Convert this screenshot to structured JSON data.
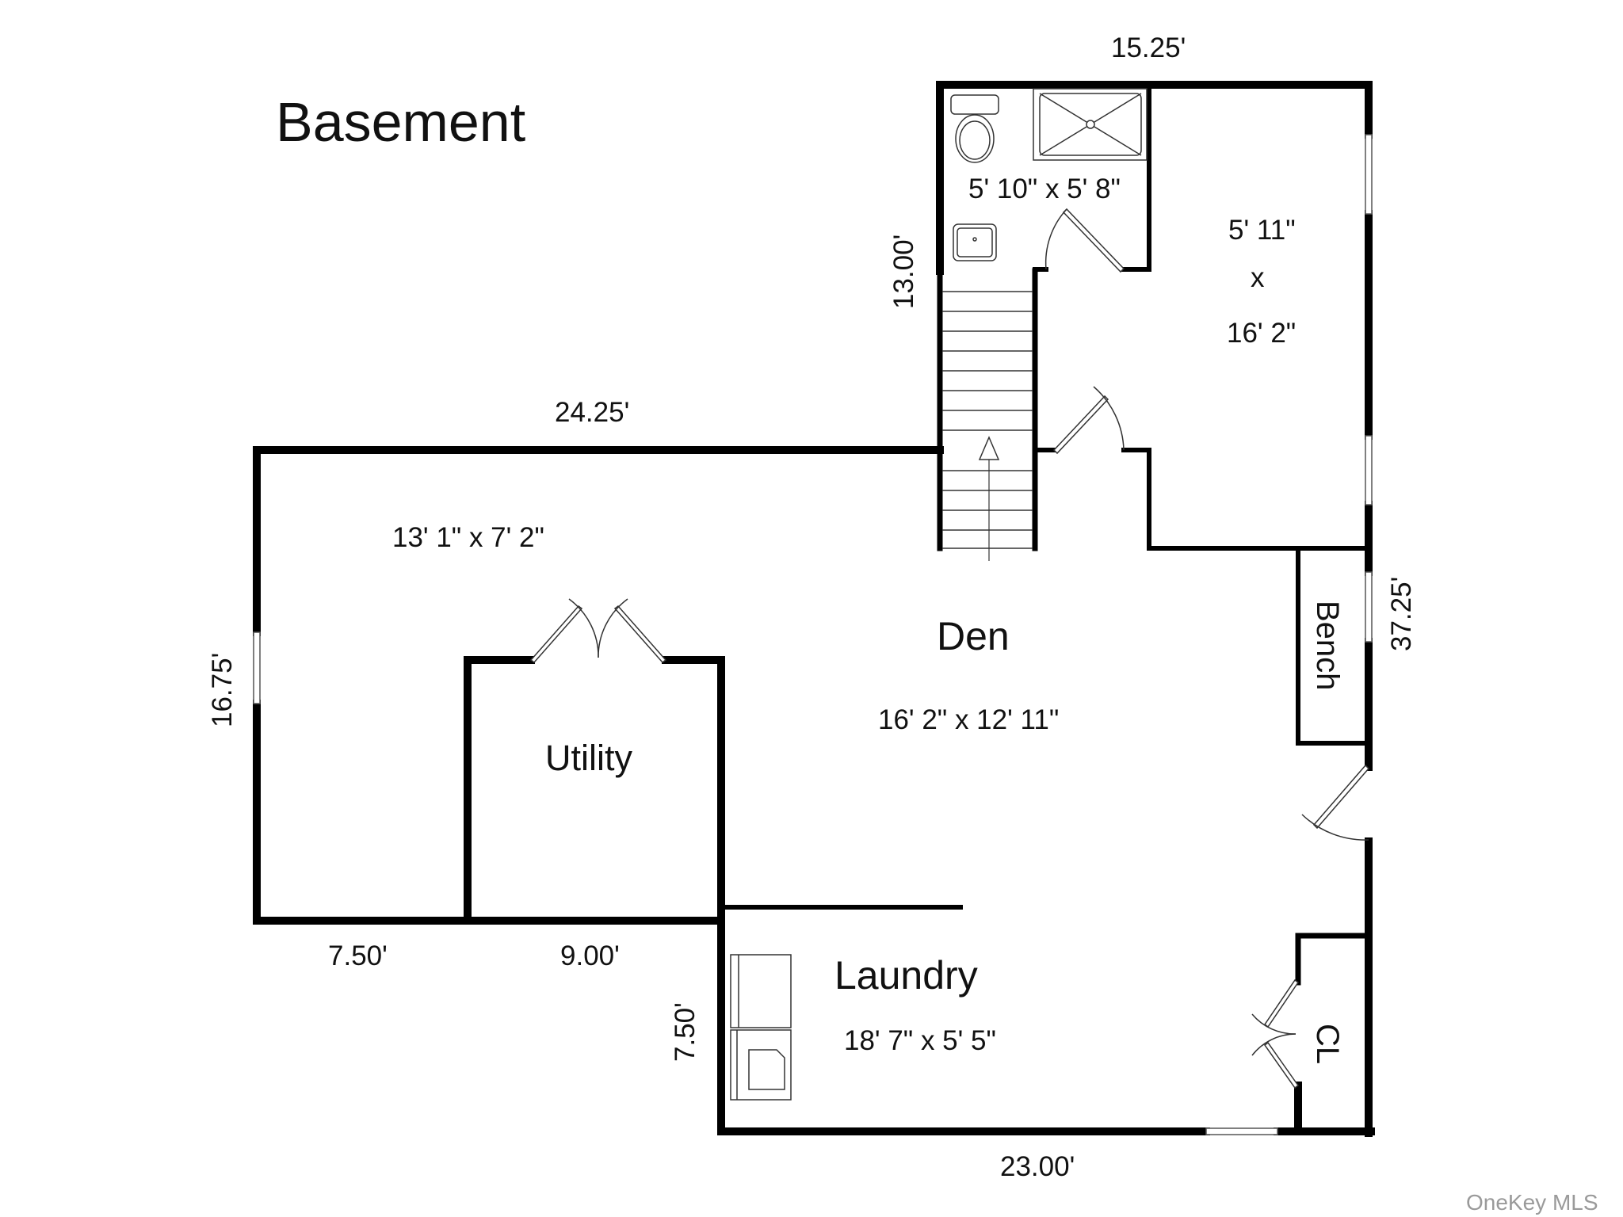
{
  "title": "Basement",
  "watermark": "OneKey MLS",
  "colors": {
    "wall": "#000000",
    "background": "#ffffff",
    "text": "#111111",
    "watermark": "#9a9a9a"
  },
  "rooms": {
    "bathroom": {
      "dims": "5' 10\" x 5' 8\""
    },
    "upper_room": {
      "dim1": "5' 11\"",
      "x": "x",
      "dim2": "16' 2\""
    },
    "left_area": {
      "dims": "13' 1\" x 7' 2\""
    },
    "den": {
      "name": "Den",
      "dims": "16' 2\" x 12' 11\""
    },
    "utility": {
      "name": "Utility"
    },
    "laundry": {
      "name": "Laundry",
      "dims": "18' 7\" x 5' 5\""
    },
    "bench": {
      "name": "Bench"
    },
    "closet": {
      "name": "CL"
    }
  },
  "dimensions": {
    "top": "15.25'",
    "stair_side": "13.00'",
    "left_top": "24.25'",
    "left_side": "16.75'",
    "bottom_left": "7.50'",
    "bottom_utility": "9.00'",
    "laundry_side": "7.50'",
    "right_side": "37.25'",
    "bottom": "23.00'"
  }
}
